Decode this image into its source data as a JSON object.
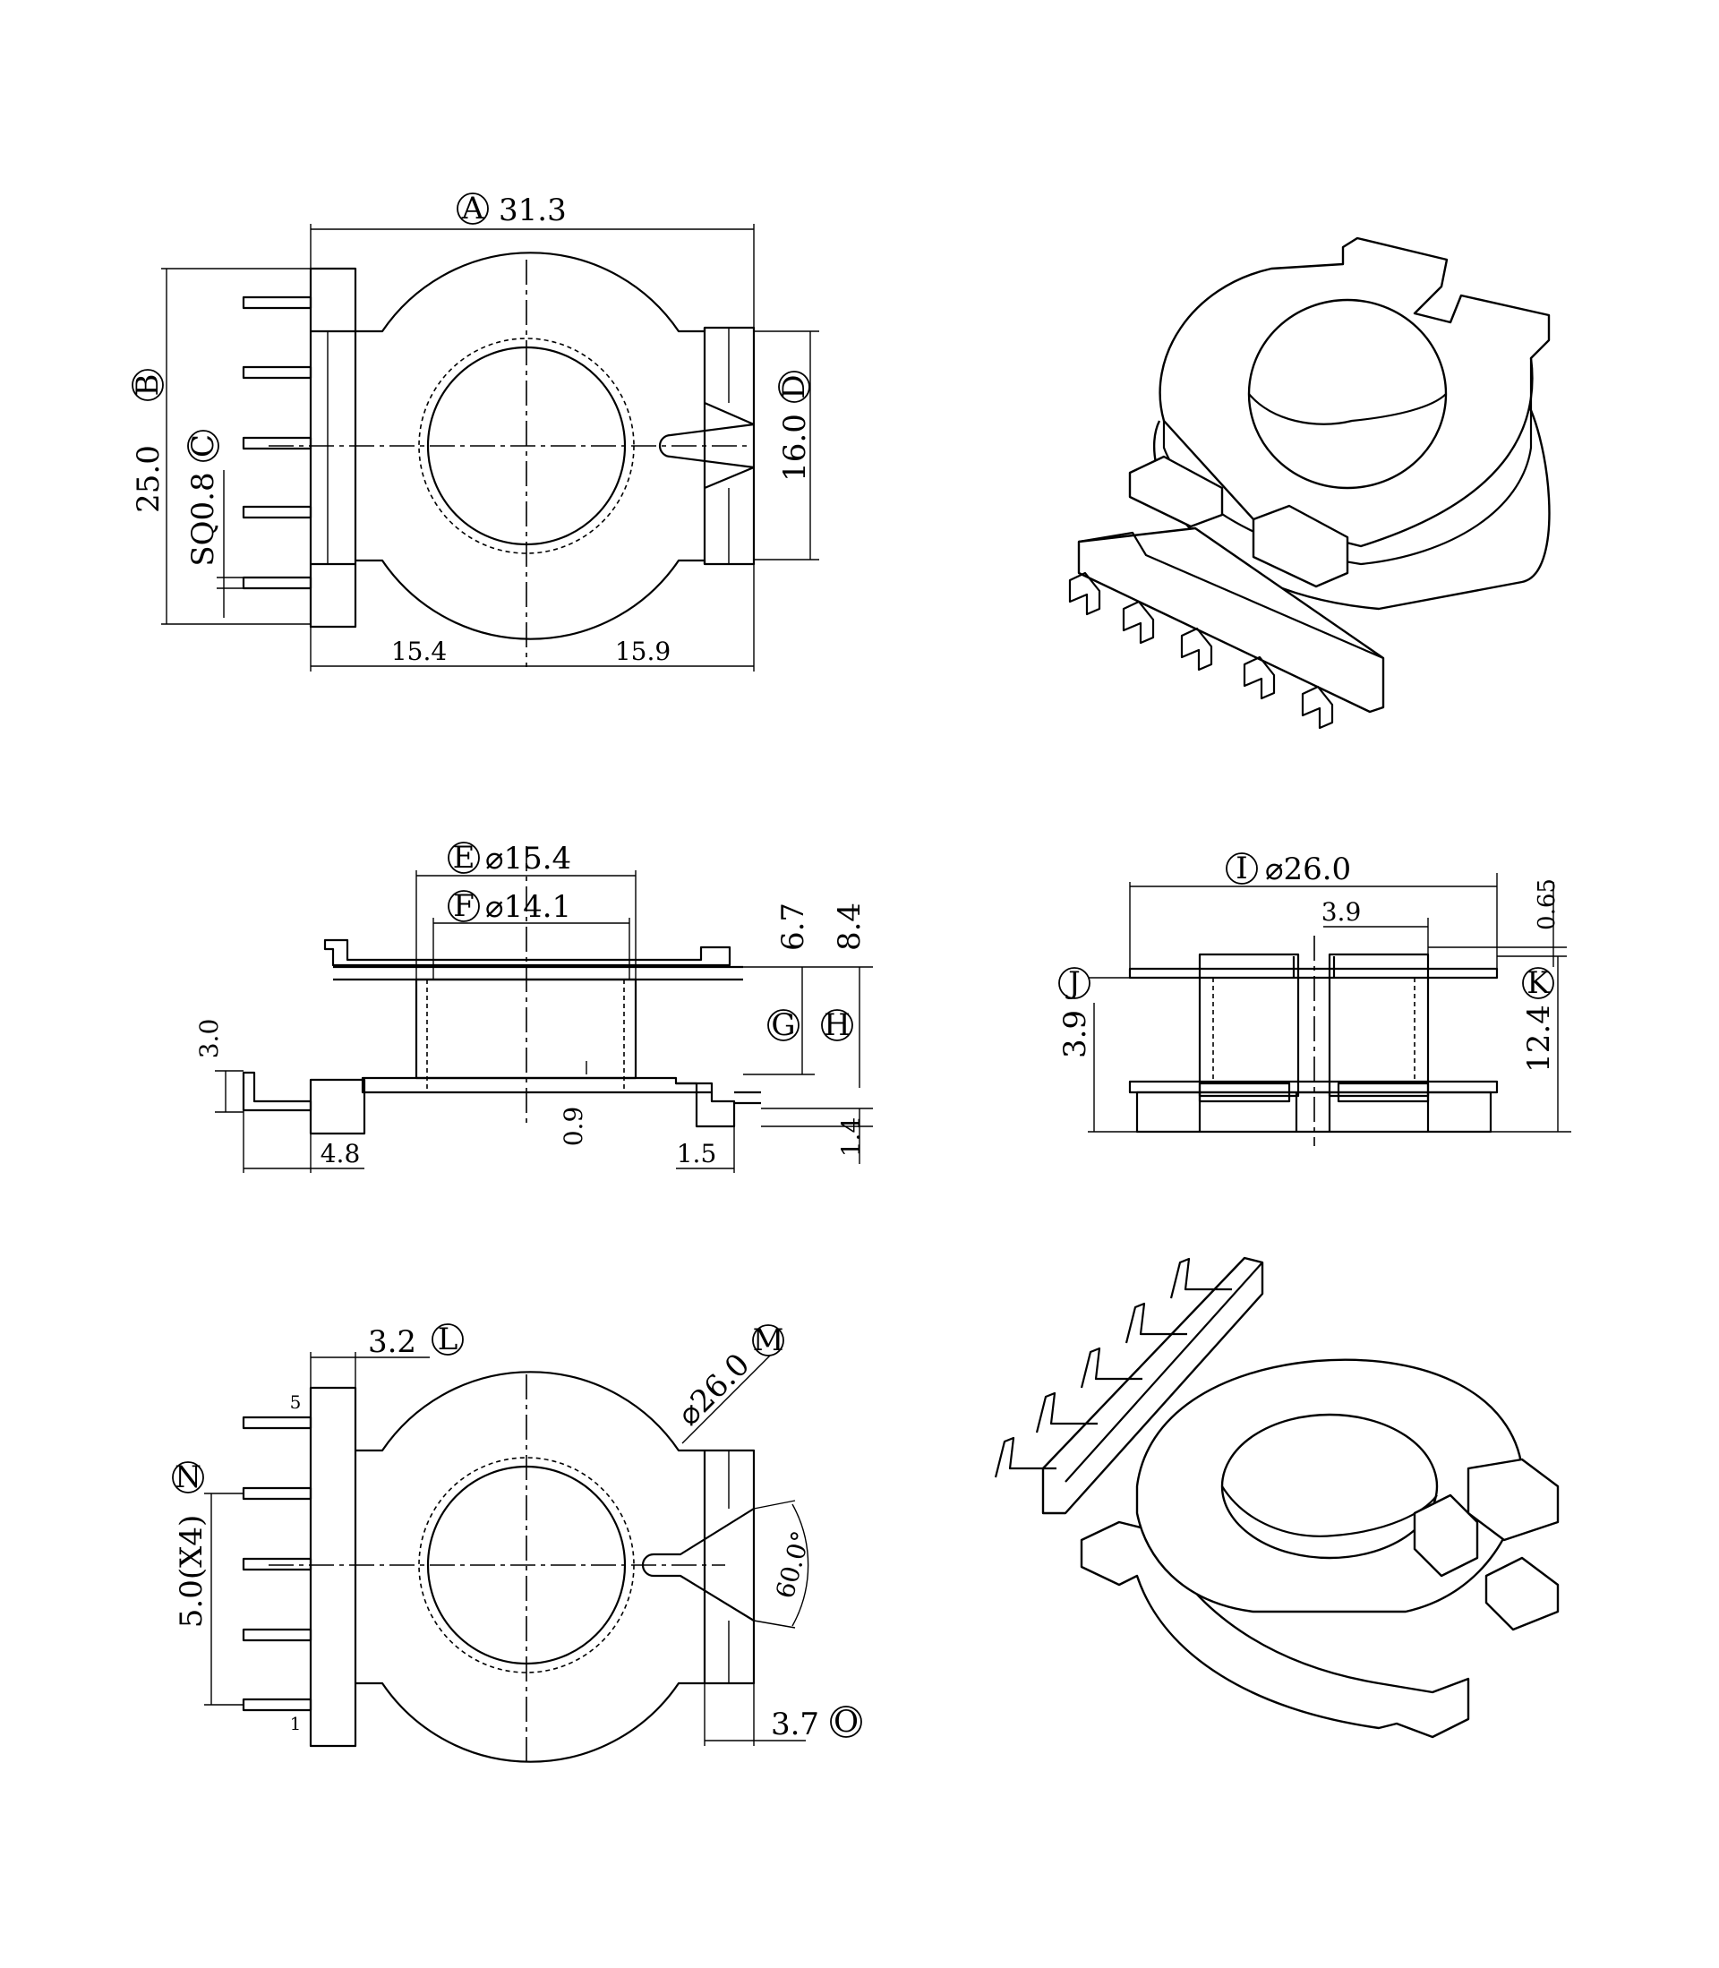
{
  "top_view": {
    "A": {
      "label": "A",
      "value": "31.3"
    },
    "B": {
      "label": "B",
      "value": "25.0"
    },
    "C": {
      "label": "C",
      "value": "SQ0.8"
    },
    "D": {
      "label": "D",
      "value": "16.0"
    },
    "left_half": "15.4",
    "right_half": "15.9"
  },
  "front_view": {
    "E": {
      "label": "E",
      "value": "⌀15.4"
    },
    "F": {
      "label": "F",
      "value": "⌀14.1"
    },
    "G": {
      "label": "G",
      "value": "6.7"
    },
    "H": {
      "label": "H",
      "value": "8.4"
    },
    "pin_height": "3.0",
    "pin_offset": "4.8",
    "base_thickness": "0.9",
    "foot_width": "1.5",
    "foot_height": "1.4"
  },
  "side_view": {
    "I": {
      "label": "I",
      "value": "⌀26.0"
    },
    "slot_width": "3.9",
    "flange_thickness": "0.65",
    "J": {
      "label": "J",
      "value": "3.9"
    },
    "K": {
      "label": "K",
      "value": "12.4"
    }
  },
  "bottom_view": {
    "L": {
      "label": "L",
      "value": "3.2"
    },
    "M": {
      "label": "M",
      "value": "⌀26.0"
    },
    "N": {
      "label": "N",
      "value": "5.0(X4)"
    },
    "O": {
      "label": "O",
      "value": "3.7"
    },
    "angle": "60.0°",
    "pin_first": "1",
    "pin_last": "5"
  }
}
